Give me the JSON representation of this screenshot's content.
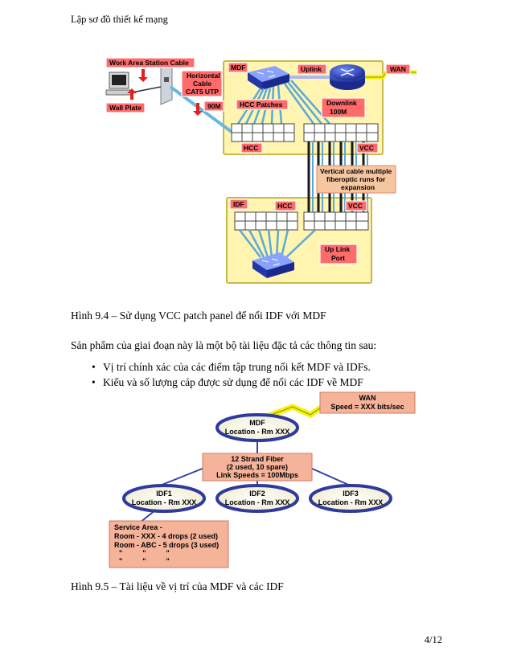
{
  "header": {
    "running_title": "Lập sơ đồ thiết kế mạng"
  },
  "figure1": {
    "labels": {
      "work_area": "Work Area Station Cable",
      "horizontal_line1": "Horizontal",
      "horizontal_line2": "Cable",
      "horizontal_line3": "CAT5 UTP",
      "wall_plate": "Wall Plate",
      "dist_90m": "90M",
      "mdf": "MDF",
      "uplink": "Uplink",
      "wan": "WAN",
      "hcc_patches": "HCC Patches",
      "downlink_line1": "Downlink",
      "downlink_line2": "100M",
      "hcc_top": "HCC",
      "vcc_top": "VCC",
      "vertical_line1": "Vertical cable multiple",
      "vertical_line2": "fiberoptic runs for",
      "vertical_line3": "expansion",
      "idf": "IDF",
      "hcc_idf": "HCC",
      "vcc_idf": "VCC",
      "uplink_port_line1": "Up Link",
      "uplink_port_line2": "Port"
    },
    "caption": "Hình 9.4 – Sử dụng VCC patch panel để nối IDF với MDF"
  },
  "body_text": {
    "intro": "Sản phẩm của giai đoạn này là một bộ tài liệu đặc tả các thông tin sau:",
    "bullets": [
      "Vị trí chính xác của các điểm tập trung nối kết MDF và IDFs.",
      "Kiểu và số lượng cáp được sử dụng để nối các IDF về MDF"
    ]
  },
  "figure2": {
    "wan_line1": "WAN",
    "wan_line2": "Speed = XXX bits/sec",
    "mdf_line1": "MDF",
    "mdf_line2": "Location - Rm XXX",
    "fiber_line1": "12 Strand Fiber",
    "fiber_line2": "(2 used, 10 spare)",
    "fiber_line3": "Link Speeds = 100Mbps",
    "idf1_line1": "IDF1",
    "idf1_line2": "Location - Rm XXX",
    "idf2_line1": "IDF2",
    "idf2_line2": "Location - Rm XXX",
    "idf3_line1": "IDF3",
    "idf3_line2": "Location - Rm XXX",
    "service_line1": "Service Area -",
    "service_line2": "Room - XXX - 4 drops (2 used)",
    "service_line3": "Room - ABC - 5 drops (3 used)",
    "service_line4": "\"          \"          \"",
    "service_line5": "\"          \"          \"",
    "caption": "Hình 9.5 – Tài liệu về vị trí của MDF và các IDF"
  },
  "footer": {
    "page_number": "4/12"
  },
  "colors": {
    "label_red": "#ff6a6a",
    "panel_yellow": "#fff4b0",
    "ellipse_blue": "#2e3a9e",
    "wan_yellow": "#f2f20a",
    "salmon": "#f5b39a"
  }
}
